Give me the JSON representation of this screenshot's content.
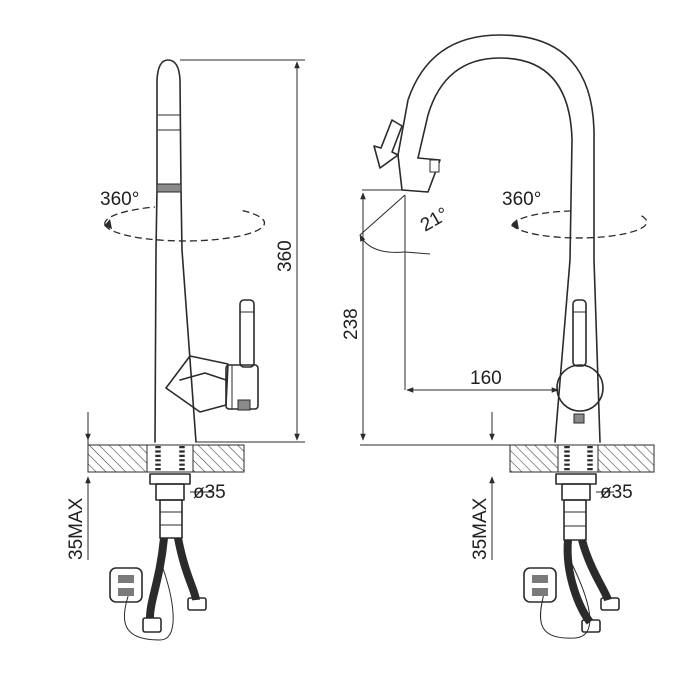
{
  "side_view": {
    "rotation_label": "360°",
    "height_label": "360",
    "max_thickness_label": "35MAX",
    "hole_diameter_label": "ø35"
  },
  "front_view": {
    "rotation_label": "360°",
    "spray_angle_label": "21°",
    "outlet_height_label": "238",
    "reach_label": "160",
    "max_thickness_label": "35MAX",
    "hole_diameter_label": "ø35"
  }
}
